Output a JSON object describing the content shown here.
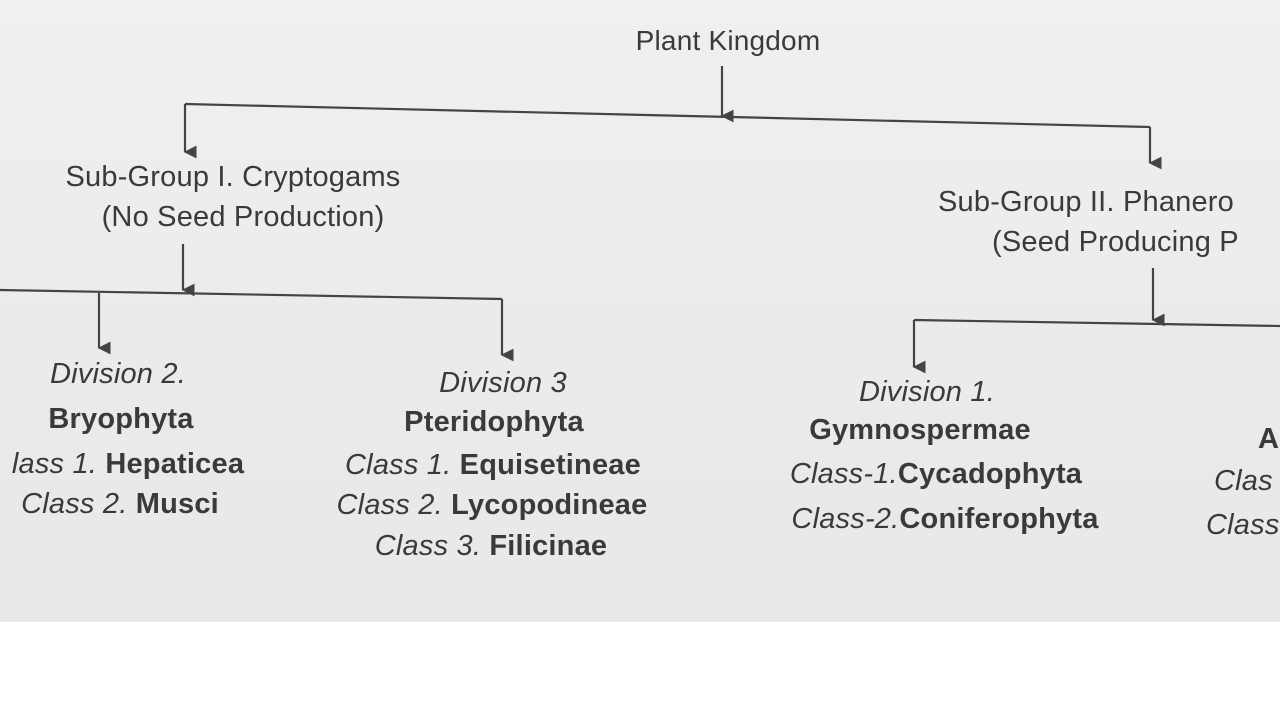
{
  "root": "Plant Kingdom",
  "subgroups": [
    {
      "title": "Sub-Group I. Cryptogams",
      "subtitle": "(No Seed Production)"
    },
    {
      "title": "Sub-Group II. Phanero",
      "subtitle": "(Seed Producing P"
    }
  ],
  "divisions": [
    {
      "label": "Division 2.",
      "name": "Bryophyta",
      "classes": [
        {
          "prefix": "lass 1. ",
          "name": "Hepaticea"
        },
        {
          "prefix": "Class 2. ",
          "name": "Musci"
        }
      ]
    },
    {
      "label": "Division 3",
      "name": "Pteridophyta",
      "classes": [
        {
          "prefix": "Class 1. ",
          "name": "Equisetineae"
        },
        {
          "prefix": "Class 2. ",
          "name": "Lycopodineae"
        },
        {
          "prefix": "Class 3. ",
          "name": "Filicinae"
        }
      ]
    },
    {
      "label": "Division 1.",
      "name": "Gymnospermae",
      "classes": [
        {
          "prefix": "Class-1.",
          "name": "Cycadophyta"
        },
        {
          "prefix": "Class-2.",
          "name": "Coniferophyta"
        }
      ]
    },
    {
      "label": "",
      "name": "A",
      "classes": [
        {
          "prefix": "Clas",
          "name": ""
        },
        {
          "prefix": "Class",
          "name": ""
        }
      ]
    }
  ],
  "colors": {
    "text": "#3a3a3a",
    "line": "#444444",
    "paper": "#eeecec"
  }
}
